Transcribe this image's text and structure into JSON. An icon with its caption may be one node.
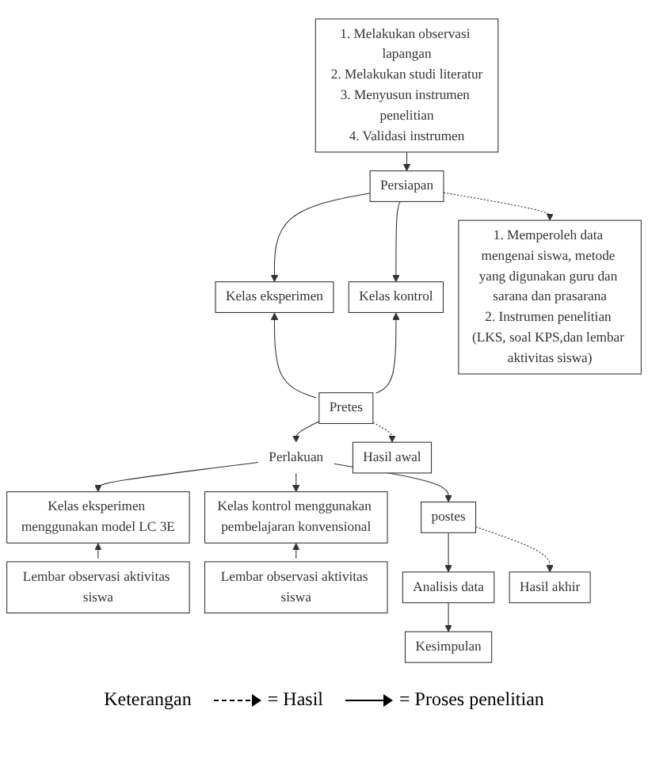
{
  "diagram": {
    "nodes": [
      {
        "text": [
          "1. Melakukan observasi lapangan",
          "2. Melakukan studi literatur",
          "3. Menyusun instrumen penelitian",
          "4. Validasi instrumen"
        ]
      },
      {
        "text": [
          "Persiapan"
        ]
      },
      {
        "text": [
          "1. Memperoleh data mengenai siswa, metode yang digunakan guru dan sarana dan prasarana",
          "2. Instrumen penelitian (LKS, soal KPS,dan lembar aktivitas siswa)"
        ]
      },
      {
        "text": [
          "Kelas eksperimen"
        ]
      },
      {
        "text": [
          "Kelas kontrol"
        ]
      },
      {
        "text": [
          "Pretes"
        ]
      },
      {
        "text": [
          "Hasil awal"
        ]
      },
      {
        "text": [
          "Perlakuan"
        ]
      },
      {
        "text": [
          "Kelas eksperimen menggunakan model LC 3E"
        ]
      },
      {
        "text": [
          "Kelas kontrol menggunakan pembelajaran konvensional"
        ]
      },
      {
        "text": [
          "Lembar observasi aktivitas siswa"
        ]
      },
      {
        "text": [
          "Lembar observasi aktivitas siswa"
        ]
      },
      {
        "text": [
          "postes"
        ]
      },
      {
        "text": [
          "Hasil akhir"
        ]
      },
      {
        "text": [
          "Analisis data"
        ]
      },
      {
        "text": [
          "Kesimpulan"
        ]
      }
    ],
    "edges": [
      {
        "from": 0,
        "to": 1,
        "arrow": "to"
      },
      {
        "from": 1,
        "to": 2,
        "arrow": "to",
        "style": "dashed"
      },
      {
        "from": 1,
        "to": 3,
        "arrow": "to"
      },
      {
        "from": 1,
        "to": 4,
        "arrow": "to"
      },
      {
        "from": 5,
        "to": 3,
        "arrow": "to"
      },
      {
        "from": 5,
        "to": 4,
        "arrow": "to"
      },
      {
        "from": 5,
        "to": 6,
        "arrow": "to",
        "style": "dashed"
      },
      {
        "from": 5,
        "to": 7,
        "arrow": "to"
      },
      {
        "from": 7,
        "to": 8,
        "arrow": "to"
      },
      {
        "from": 7,
        "to": 9,
        "arrow": "to"
      },
      {
        "from": 10,
        "to": 8,
        "arrow": "to"
      },
      {
        "from": 11,
        "to": 9,
        "arrow": "to"
      },
      {
        "from": 7,
        "to": 12,
        "arrow": "to"
      },
      {
        "from": 12,
        "to": 13,
        "arrow": "to",
        "style": "dashed"
      },
      {
        "from": 12,
        "to": 14,
        "arrow": "to"
      },
      {
        "from": 14,
        "to": 15,
        "arrow": "to"
      }
    ],
    "labels": [
      "Keterangan"
    ],
    "legend": [
      {
        "text": "= Hasil"
      },
      {
        "text": "= Proses penelitian"
      }
    ]
  }
}
